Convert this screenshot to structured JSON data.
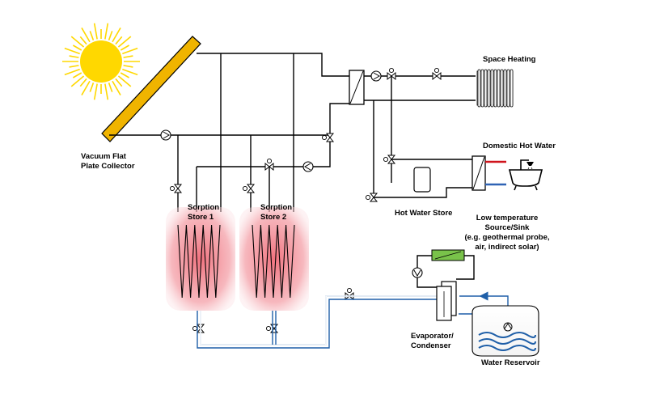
{
  "labels": {
    "collector_l1": "Vacuum Flat",
    "collector_l2": "Plate Collector",
    "space_heating": "Space Heating",
    "domestic_hot_water": "Domestic Hot Water",
    "hot_water_store": "Hot Water Store",
    "store1_l1": "Sorption",
    "store1_l2": "Store 1",
    "store2_l1": "Sorption",
    "store2_l2": "Store 2",
    "lowtemp_l1": "Low temperature",
    "lowtemp_l2": "Source/Sink",
    "lowtemp_l3": "(e.g. geothermal probe,",
    "lowtemp_l4": "air, indirect solar)",
    "evap_l1": "Evaporator/",
    "evap_l2": "Condenser",
    "water_reservoir": "Water Reservoir"
  },
  "colors": {
    "sun": "#ffd800",
    "collector": "#f0b400",
    "store_glow": "#f48a94",
    "water_pipe": "#1f5fa8",
    "hot_line": "#d0141c",
    "cold_line": "#2f63b5",
    "hx_green": "#79c24a"
  }
}
